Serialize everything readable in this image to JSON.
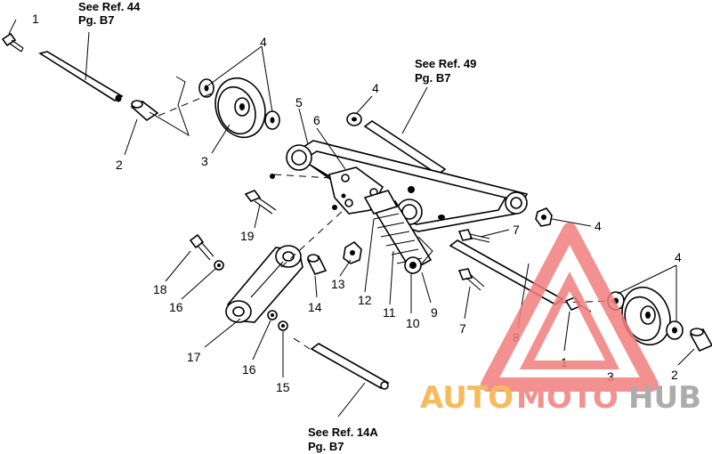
{
  "references": {
    "ref44_line1": "See Ref. 44",
    "ref44_line2": "Pg. B7",
    "ref49_line1": "See Ref. 49",
    "ref49_line2": "Pg. B7",
    "ref14a_line1": "See Ref. 14A",
    "ref14a_line2": "Pg. B7"
  },
  "callouts": {
    "c1_top": "1",
    "c2_left": "2",
    "c3_left": "3",
    "c4_left": "4",
    "c4_mid": "4",
    "c5": "5",
    "c6": "6",
    "c4_right_mid": "4",
    "c7_upper": "7",
    "c7_lower": "7",
    "c19": "19",
    "c13": "13",
    "c12": "12",
    "c11": "11",
    "c10": "10",
    "c9": "9",
    "c8": "8",
    "c1_right": "1",
    "c4_right": "4",
    "c3_right": "3",
    "c2_right": "2",
    "c18": "18",
    "c16_left": "16",
    "c14": "14",
    "c17": "17",
    "c16_bottom": "16",
    "c15": "15"
  },
  "watermark": {
    "part1": "AUTO",
    "part2": "MOTO",
    "part3": "HUB",
    "color_orange": "#f5b041",
    "color_red": "#f27d7d",
    "color_grey": "#9e9e9e"
  }
}
